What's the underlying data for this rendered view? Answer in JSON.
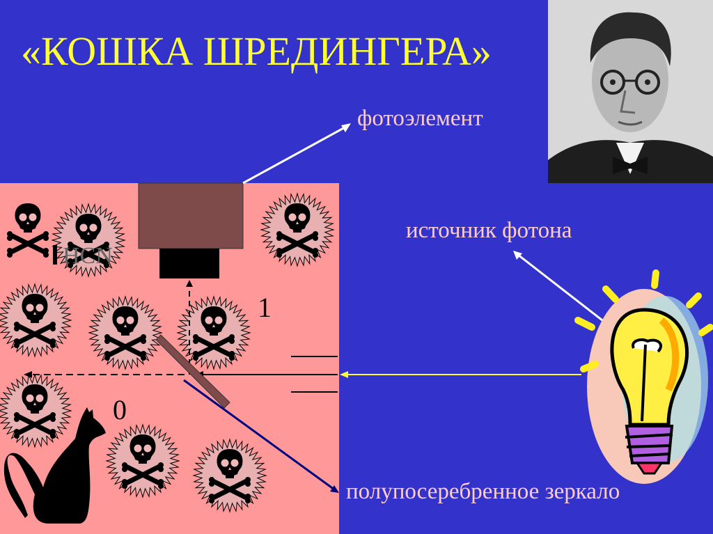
{
  "slide": {
    "title": "«КОШКА ШРЕДИНГЕРА»",
    "labels": {
      "photo_element": "фотоэлемент",
      "photon_source": "источник фотона",
      "half_silvered_mirror": "полупосеребренное зеркало"
    },
    "diagram": {
      "poison_label": "HCN",
      "path_one": "1",
      "path_zero": "0"
    },
    "colors": {
      "background": "#3333cc",
      "box": "#ff9999",
      "title": "#ffff33",
      "labels": "#ffcccc",
      "photon_beam": "#ffff33",
      "detector": "#7f4a4a"
    },
    "icons": [
      "skull-crossbones-icon",
      "cat-silhouette-icon",
      "light-bulb-icon",
      "portrait-photo"
    ]
  }
}
